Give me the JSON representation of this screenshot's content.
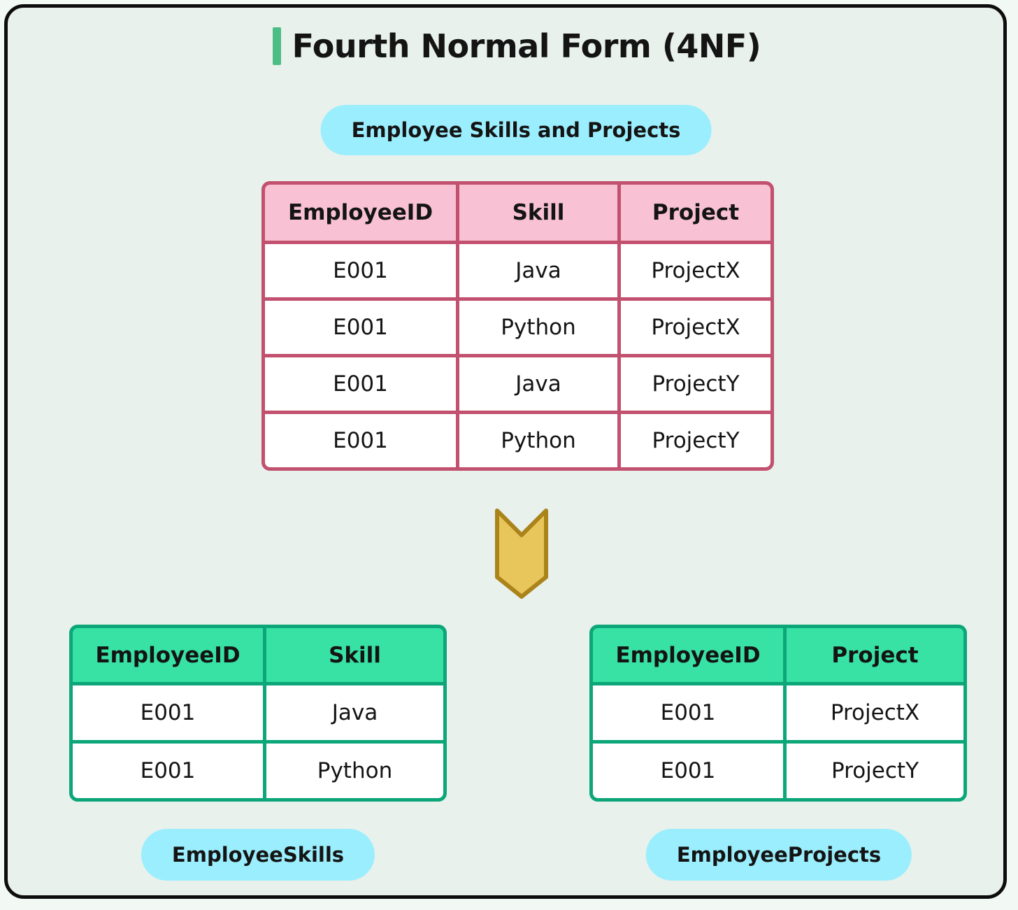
{
  "title": {
    "text": "Fourth Normal Form (4NF)"
  },
  "top_badge": {
    "label": "Employee Skills and Projects"
  },
  "source_table": {
    "headers": [
      "EmployeeID",
      "Skill",
      "Project"
    ],
    "rows": [
      [
        "E001",
        "Java",
        "ProjectX"
      ],
      [
        "E001",
        "Python",
        "ProjectX"
      ],
      [
        "E001",
        "Java",
        "ProjectY"
      ],
      [
        "E001",
        "Python",
        "ProjectY"
      ]
    ]
  },
  "arrow": {
    "icon": "chevron-down-arrow"
  },
  "skills_table": {
    "badge": "EmployeeSkills",
    "headers": [
      "EmployeeID",
      "Skill"
    ],
    "rows": [
      [
        "E001",
        "Java"
      ],
      [
        "E001",
        "Python"
      ]
    ]
  },
  "projects_table": {
    "badge": "EmployeeProjects",
    "headers": [
      "EmployeeID",
      "Project"
    ],
    "rows": [
      [
        "E001",
        "ProjectX"
      ],
      [
        "E001",
        "ProjectY"
      ]
    ]
  },
  "colors": {
    "card_background": "#e8f1ec",
    "card_border": "#0d0d0d",
    "title_accent_bar": "#4dbd86",
    "badge_background": "#9beefd",
    "pink_header": "#f9c2d4",
    "pink_border": "#c2516f",
    "green_header": "#38e2a4",
    "green_border": "#0ca679",
    "arrow_fill": "#e9c65c",
    "arrow_stroke": "#aa831b",
    "text": "#141414"
  }
}
